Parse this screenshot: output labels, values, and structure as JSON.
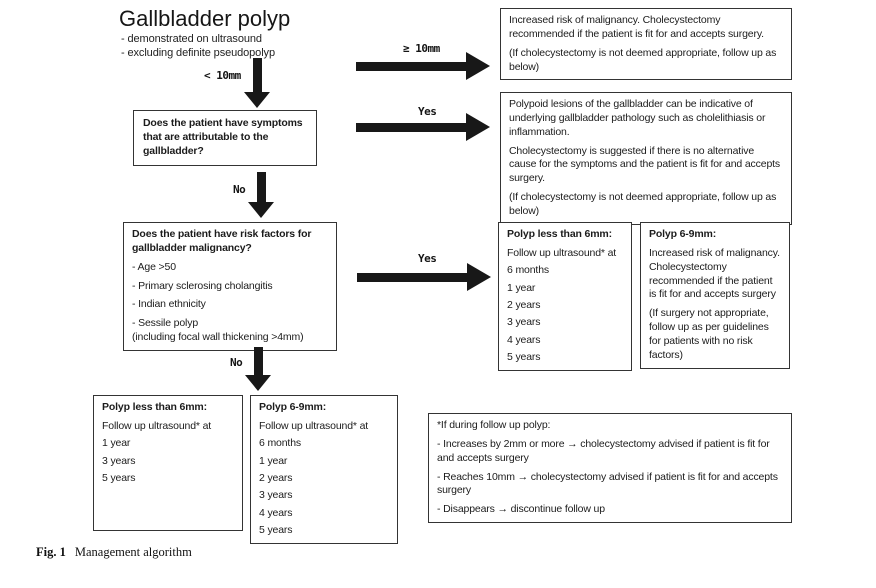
{
  "colors": {
    "ink": "#1d1d1d",
    "border": "#343434",
    "background": "#ffffff"
  },
  "header": {
    "title": "Gallbladder polyp",
    "bullet1": "- demonstrated on ultrasound",
    "bullet2": "- excluding definite pseudopolyp"
  },
  "flow_labels": {
    "size_ge_10mm": "≥ 10mm",
    "size_lt_10mm": "< 10mm",
    "yes_symptoms": "Yes",
    "no_symptoms": "No",
    "yes_risk": "Yes",
    "no_risk": "No"
  },
  "boxes": {
    "ge10_outcome": {
      "p1": "Increased risk of malignancy. Cholecystectomy recommended if the patient is fit for and accepts surgery.",
      "p2": "(If cholecystectomy is not deemed appropriate, follow up as below)"
    },
    "symptoms_question": {
      "heading": "Does the patient have symptoms that are attributable to the gallbladder?"
    },
    "symptoms_outcome": {
      "p1": "Polypoid lesions of the gallbladder can be indicative of underlying gallbladder pathology such as cholelithiasis or inflammation.",
      "p2": "Cholecystectomy is suggested if there is no alternative cause for the symptoms and the patient is fit for and accepts surgery.",
      "p3": "(If cholecystectomy is not deemed appropriate, follow up as below)"
    },
    "risk_question": {
      "heading": "Does the patient have risk factors for gallbladder malignancy?",
      "item1": "- Age >50",
      "item2": "- Primary sclerosing cholangitis",
      "item3": "- Indian ethnicity",
      "item4": "- Sessile polyp",
      "item4_note": "(including focal wall thickening >4mm)"
    },
    "risk_lt6": {
      "heading": "Polyp less than 6mm:",
      "sub": "Follow up ultrasound* at",
      "s1": "6 months",
      "s2": "1 year",
      "s3": "2 years",
      "s4": "3 years",
      "s5": "4 years",
      "s6": "5 years"
    },
    "risk_69": {
      "heading": "Polyp 6-9mm:",
      "p1": "Increased risk of malignancy. Cholecystectomy recommended if the patient is fit for and accepts surgery",
      "p2": "(If surgery not appropriate, follow up as per guidelines for patients with no risk factors)"
    },
    "norisk_lt6": {
      "heading": "Polyp less than 6mm:",
      "sub": "Follow up ultrasound* at",
      "s1": "1 year",
      "s2": "3 years",
      "s3": "5 years"
    },
    "norisk_69": {
      "heading": "Polyp 6-9mm:",
      "sub": "Follow up ultrasound* at",
      "s1": "6 months",
      "s2": "1 year",
      "s3": "2 years",
      "s4": "3 years",
      "s5": "4 years",
      "s6": "5 years"
    },
    "footnote": {
      "heading": "*If during follow up polyp:",
      "item1": "- Increases by 2mm or more → cholecystectomy advised if patient is fit for and accepts surgery",
      "item2": "- Reaches 10mm → cholecystectomy advised if patient is fit for and accepts surgery",
      "item3": "- Disappears → discontinue follow up"
    }
  },
  "caption": {
    "label": "Fig. 1",
    "text": "Management algorithm"
  }
}
